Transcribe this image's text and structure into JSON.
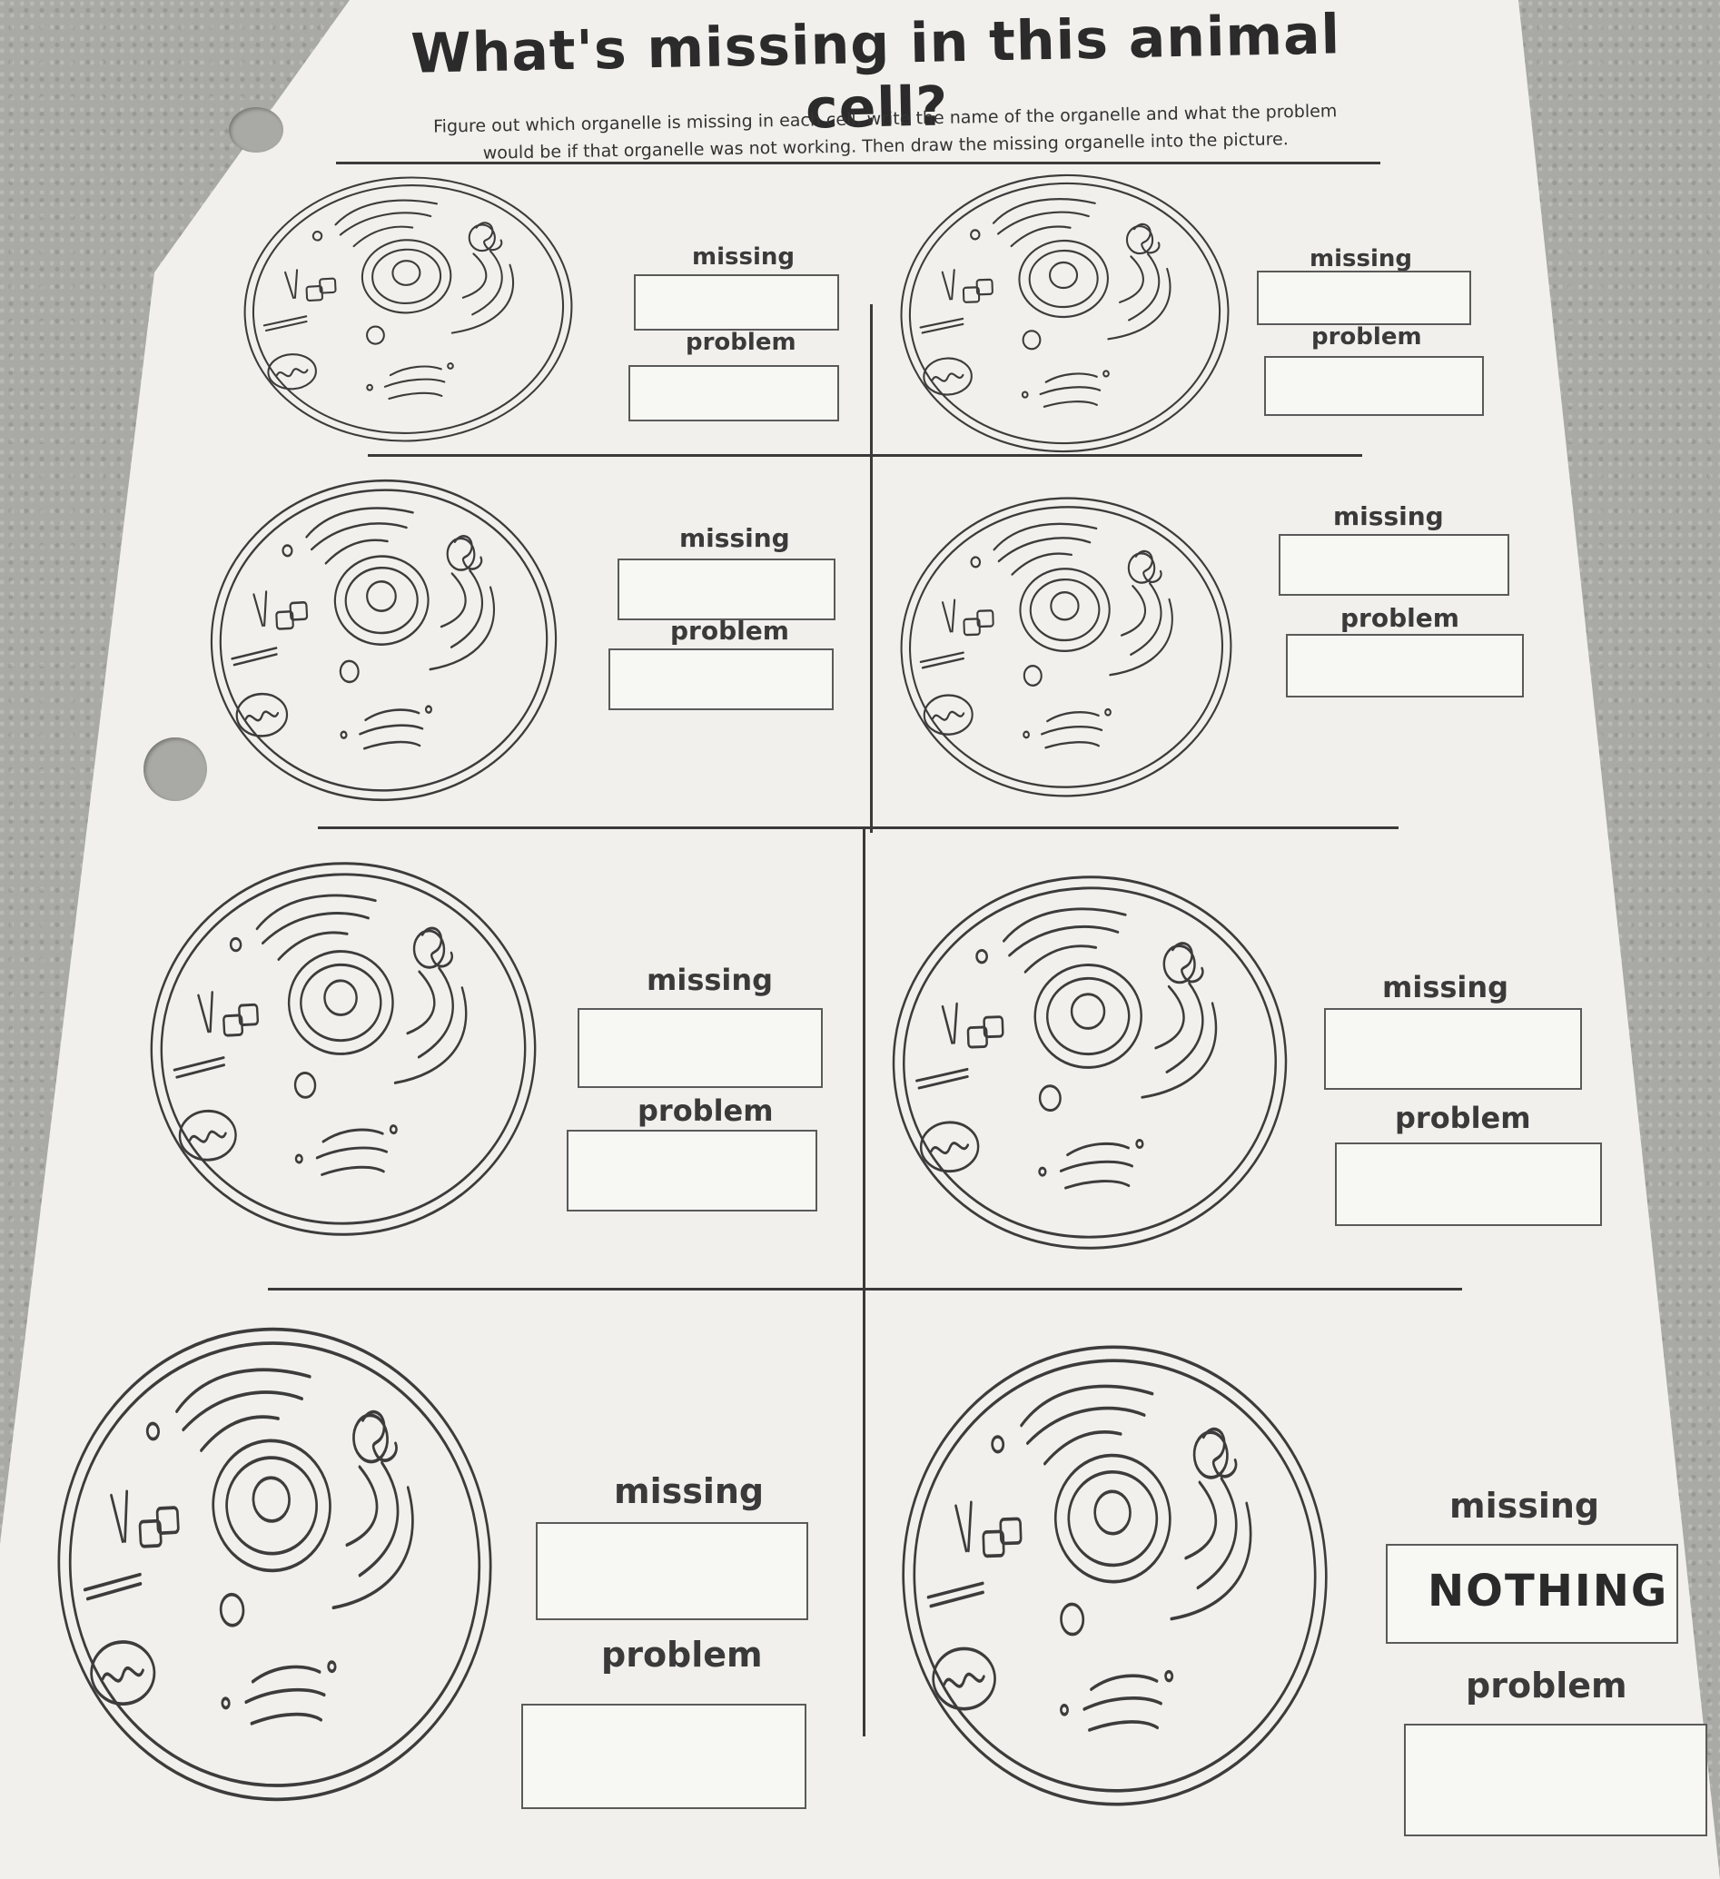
{
  "worksheet": {
    "title": "What's missing in this animal cell?",
    "instructions_line1": "Figure out which organelle is missing in each cell, write the name of the organelle and what the problem",
    "instructions_line2": "would be if that organelle was not working.  Then draw the missing organelle into the picture.",
    "cells": [
      {
        "missing_label": "missing",
        "problem_label": "problem",
        "missing_answer": "",
        "problem_answer": ""
      },
      {
        "missing_label": "missing",
        "problem_label": "problem",
        "missing_answer": "",
        "problem_answer": ""
      },
      {
        "missing_label": "missing",
        "problem_label": "problem",
        "missing_answer": "",
        "problem_answer": ""
      },
      {
        "missing_label": "missing",
        "problem_label": "problem",
        "missing_answer": "",
        "problem_answer": ""
      },
      {
        "missing_label": "missing",
        "problem_label": "problem",
        "missing_answer": "",
        "problem_answer": ""
      },
      {
        "missing_label": "missing",
        "problem_label": "problem",
        "missing_answer": "",
        "problem_answer": ""
      },
      {
        "missing_label": "missing",
        "problem_label": "problem",
        "missing_answer": "",
        "problem_answer": ""
      },
      {
        "missing_label": "missing",
        "problem_label": "problem",
        "missing_answer": "NOTHING",
        "problem_answer": ""
      }
    ]
  }
}
